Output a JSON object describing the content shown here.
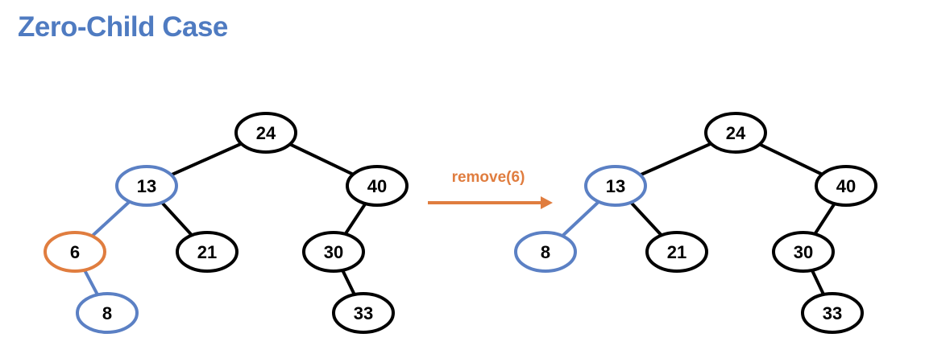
{
  "title": "Zero-Child Case",
  "colors": {
    "title": "#4f7bc1",
    "default_node": "#000000",
    "path_highlight": "#5b80c4",
    "removed_node": "#e07d3f",
    "arrow": "#e07d3f"
  },
  "operation": {
    "label": "remove(6)"
  },
  "trees": {
    "before": {
      "nodes": [
        {
          "id": "n24",
          "label": "24",
          "state": "default"
        },
        {
          "id": "n13",
          "label": "13",
          "state": "highlight"
        },
        {
          "id": "n40",
          "label": "40",
          "state": "default"
        },
        {
          "id": "n6",
          "label": "6",
          "state": "removed"
        },
        {
          "id": "n21",
          "label": "21",
          "state": "default"
        },
        {
          "id": "n30",
          "label": "30",
          "state": "default"
        },
        {
          "id": "n8",
          "label": "8",
          "state": "highlight"
        },
        {
          "id": "n33",
          "label": "33",
          "state": "default"
        }
      ],
      "edges": [
        {
          "from": "n24",
          "to": "n13",
          "state": "default"
        },
        {
          "from": "n24",
          "to": "n40",
          "state": "default"
        },
        {
          "from": "n13",
          "to": "n6",
          "state": "highlight"
        },
        {
          "from": "n13",
          "to": "n21",
          "state": "default"
        },
        {
          "from": "n40",
          "to": "n30",
          "state": "default"
        },
        {
          "from": "n6",
          "to": "n8",
          "state": "highlight"
        },
        {
          "from": "n30",
          "to": "n33",
          "state": "default"
        }
      ]
    },
    "after": {
      "nodes": [
        {
          "id": "m24",
          "label": "24",
          "state": "default"
        },
        {
          "id": "m13",
          "label": "13",
          "state": "highlight"
        },
        {
          "id": "m40",
          "label": "40",
          "state": "default"
        },
        {
          "id": "m8",
          "label": "8",
          "state": "highlight"
        },
        {
          "id": "m21",
          "label": "21",
          "state": "default"
        },
        {
          "id": "m30",
          "label": "30",
          "state": "default"
        },
        {
          "id": "m33",
          "label": "33",
          "state": "default"
        }
      ],
      "edges": [
        {
          "from": "m24",
          "to": "m13",
          "state": "default"
        },
        {
          "from": "m24",
          "to": "m40",
          "state": "default"
        },
        {
          "from": "m13",
          "to": "m8",
          "state": "highlight"
        },
        {
          "from": "m13",
          "to": "m21",
          "state": "default"
        },
        {
          "from": "m40",
          "to": "m30",
          "state": "default"
        },
        {
          "from": "m30",
          "to": "m33",
          "state": "default"
        }
      ]
    }
  }
}
